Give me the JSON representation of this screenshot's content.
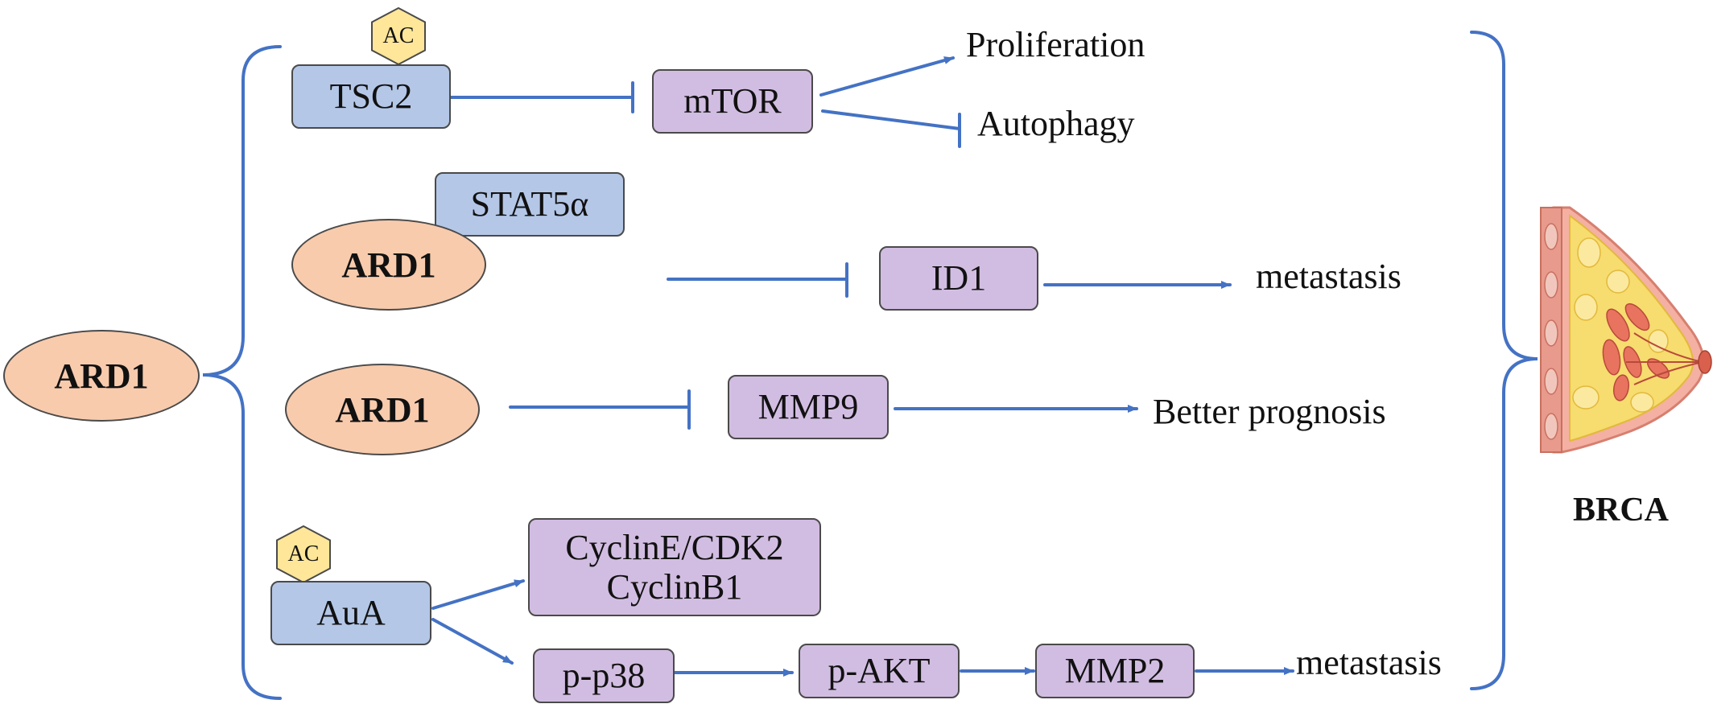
{
  "colors": {
    "line": "#4472c4",
    "box_blue": "#b4c7e7",
    "box_purple": "#d2bde2",
    "ellipse_orange": "#f8cbad",
    "hex_yellow": "#ffe699"
  },
  "nodes": {
    "ard1_main": "ARD1",
    "ard1_stat": "ARD1",
    "ard1_mmp": "ARD1",
    "tsc2": "TSC2",
    "ac_tsc2": "AC",
    "mtor": "mTOR",
    "proliferation": "Proliferation",
    "autophagy": "Autophagy",
    "stat5a": "STAT5α",
    "id1": "ID1",
    "metastasis_1": "metastasis",
    "mmp9": "MMP9",
    "better_prognosis": "Better prognosis",
    "ac_aua": "AC",
    "aua": "AuA",
    "cyclin_line1": "CyclinE/CDK2",
    "cyclin_line2": "CyclinB1",
    "p_p38": "p-p38",
    "p_akt": "p-AKT",
    "mmp2": "MMP2",
    "metastasis_2": "metastasis",
    "brca": "BRCA"
  },
  "icons": {
    "breast": "breast-anatomy-icon"
  }
}
